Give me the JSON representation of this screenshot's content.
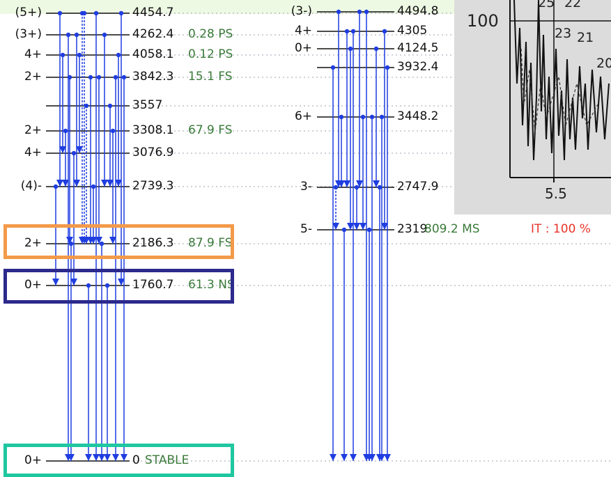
{
  "levels_a": [
    {
      "spin": "(5+)",
      "energy": "4454.7",
      "lifetime": ""
    },
    {
      "spin": "(3+)",
      "energy": "4262.4",
      "lifetime": "0.28 PS"
    },
    {
      "spin": "4+",
      "energy": "4058.1",
      "lifetime": "0.12 PS"
    },
    {
      "spin": "2+",
      "energy": "3842.3",
      "lifetime": "15.1 FS"
    },
    {
      "spin": "",
      "energy": "3557",
      "lifetime": ""
    },
    {
      "spin": "2+",
      "energy": "3308.1",
      "lifetime": "67.9 FS"
    },
    {
      "spin": "4+",
      "energy": "3076.9",
      "lifetime": ""
    },
    {
      "spin": "(4)-",
      "energy": "2739.3",
      "lifetime": ""
    },
    {
      "spin": "2+",
      "energy": "2186.3",
      "lifetime": "87.9 FS"
    },
    {
      "spin": "0+",
      "energy": "1760.7",
      "lifetime": "61.3 NS"
    },
    {
      "spin": "0+",
      "energy": "0",
      "lifetime": "STABLE"
    }
  ],
  "levels_b": [
    {
      "spin": "(3-)",
      "energy": "4494.8",
      "lifetime": ""
    },
    {
      "spin": "4+",
      "energy": "4305",
      "lifetime": ""
    },
    {
      "spin": "0+",
      "energy": "4124.5",
      "lifetime": ""
    },
    {
      "spin": "",
      "energy": "3932.4",
      "lifetime": ""
    },
    {
      "spin": "6+",
      "energy": "3448.2",
      "lifetime": ""
    },
    {
      "spin": "3-",
      "energy": "2747.9",
      "lifetime": ""
    },
    {
      "spin": "5-",
      "energy": "2319",
      "lifetime": "809.2 MS",
      "decay": "IT : 100 %"
    }
  ],
  "inset": {
    "axis_value": "100",
    "tick_label": "5.5",
    "peak_labels": [
      "25",
      "22",
      "23",
      "21",
      "20"
    ]
  },
  "colors": {
    "transition": "#1f3de0",
    "lifetime": "#3a7a3a",
    "decay_mode": "#e8342a",
    "highlight_orange": "#f39a4a",
    "highlight_navy": "#2c2a8c",
    "highlight_teal": "#1fc7a0"
  }
}
